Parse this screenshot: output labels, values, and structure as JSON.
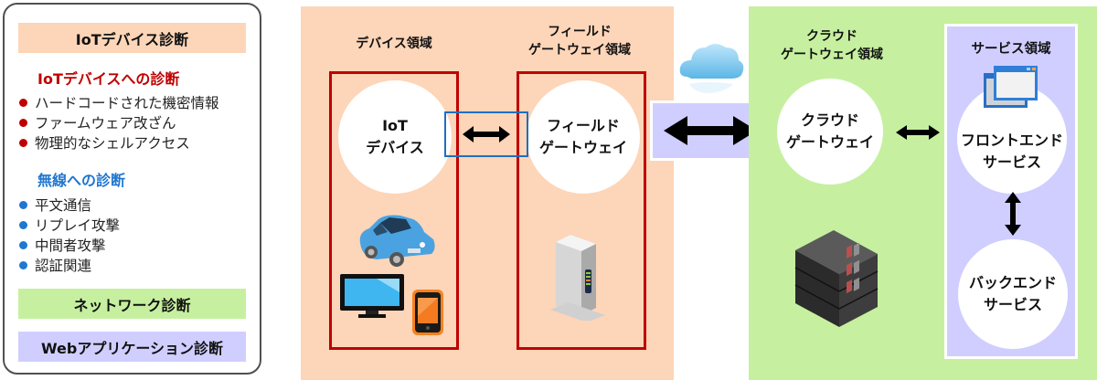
{
  "legend": {
    "categories": [
      {
        "label": "IoTデバイス診断",
        "color": "#fdd5b8"
      },
      {
        "label": "ネットワーク診断",
        "color": "#c6f0a0"
      },
      {
        "label": "Webアプリケーション診断",
        "color": "#d0ceff"
      }
    ],
    "groups": [
      {
        "heading": "IoTデバイスへの診断",
        "color": "#c00000",
        "items": [
          "ハードコードされた機密情報",
          "ファームウェア改ざん",
          "物理的なシェルアクセス"
        ]
      },
      {
        "heading": "無線への診断",
        "color": "#1f77d0",
        "items": [
          "平文通信",
          "リプレイ攻撃",
          "中間者攻撃",
          "認証関連"
        ]
      }
    ]
  },
  "zones": {
    "device": {
      "label": "デバイス領域"
    },
    "field_gateway": {
      "label_line1": "フィールド",
      "label_line2": "ゲートウェイ領域"
    },
    "cloud_gateway": {
      "label_line1": "クラウド",
      "label_line2": "ゲートウェイ領域"
    },
    "service": {
      "label": "サービス領域"
    }
  },
  "nodes": {
    "iot_device": {
      "line1": "IoT",
      "line2": "デバイス",
      "icons": [
        "car-icon",
        "monitor-icon",
        "smartphone-icon"
      ]
    },
    "field_gateway": {
      "line1": "フィールド",
      "line2": "ゲートウェイ",
      "icons": [
        "router-icon"
      ]
    },
    "cloud_gateway": {
      "line1": "クラウド",
      "line2": "ゲートウェイ",
      "icons": [
        "server-rack-icon"
      ]
    },
    "frontend": {
      "line1": "フロントエンド",
      "line2": "サービス",
      "icons": [
        "browser-window-icon"
      ]
    },
    "backend": {
      "line1": "バックエンド",
      "line2": "サービス"
    }
  },
  "connections": [
    {
      "from": "iot_device",
      "to": "field_gateway",
      "type": "bidirectional",
      "highlight": "wireless"
    },
    {
      "from": "field_gateway",
      "to": "cloud_gateway",
      "type": "bidirectional",
      "via": "internet-cloud"
    },
    {
      "from": "cloud_gateway",
      "to": "frontend",
      "type": "bidirectional"
    },
    {
      "from": "frontend",
      "to": "backend",
      "type": "bidirectional"
    }
  ]
}
